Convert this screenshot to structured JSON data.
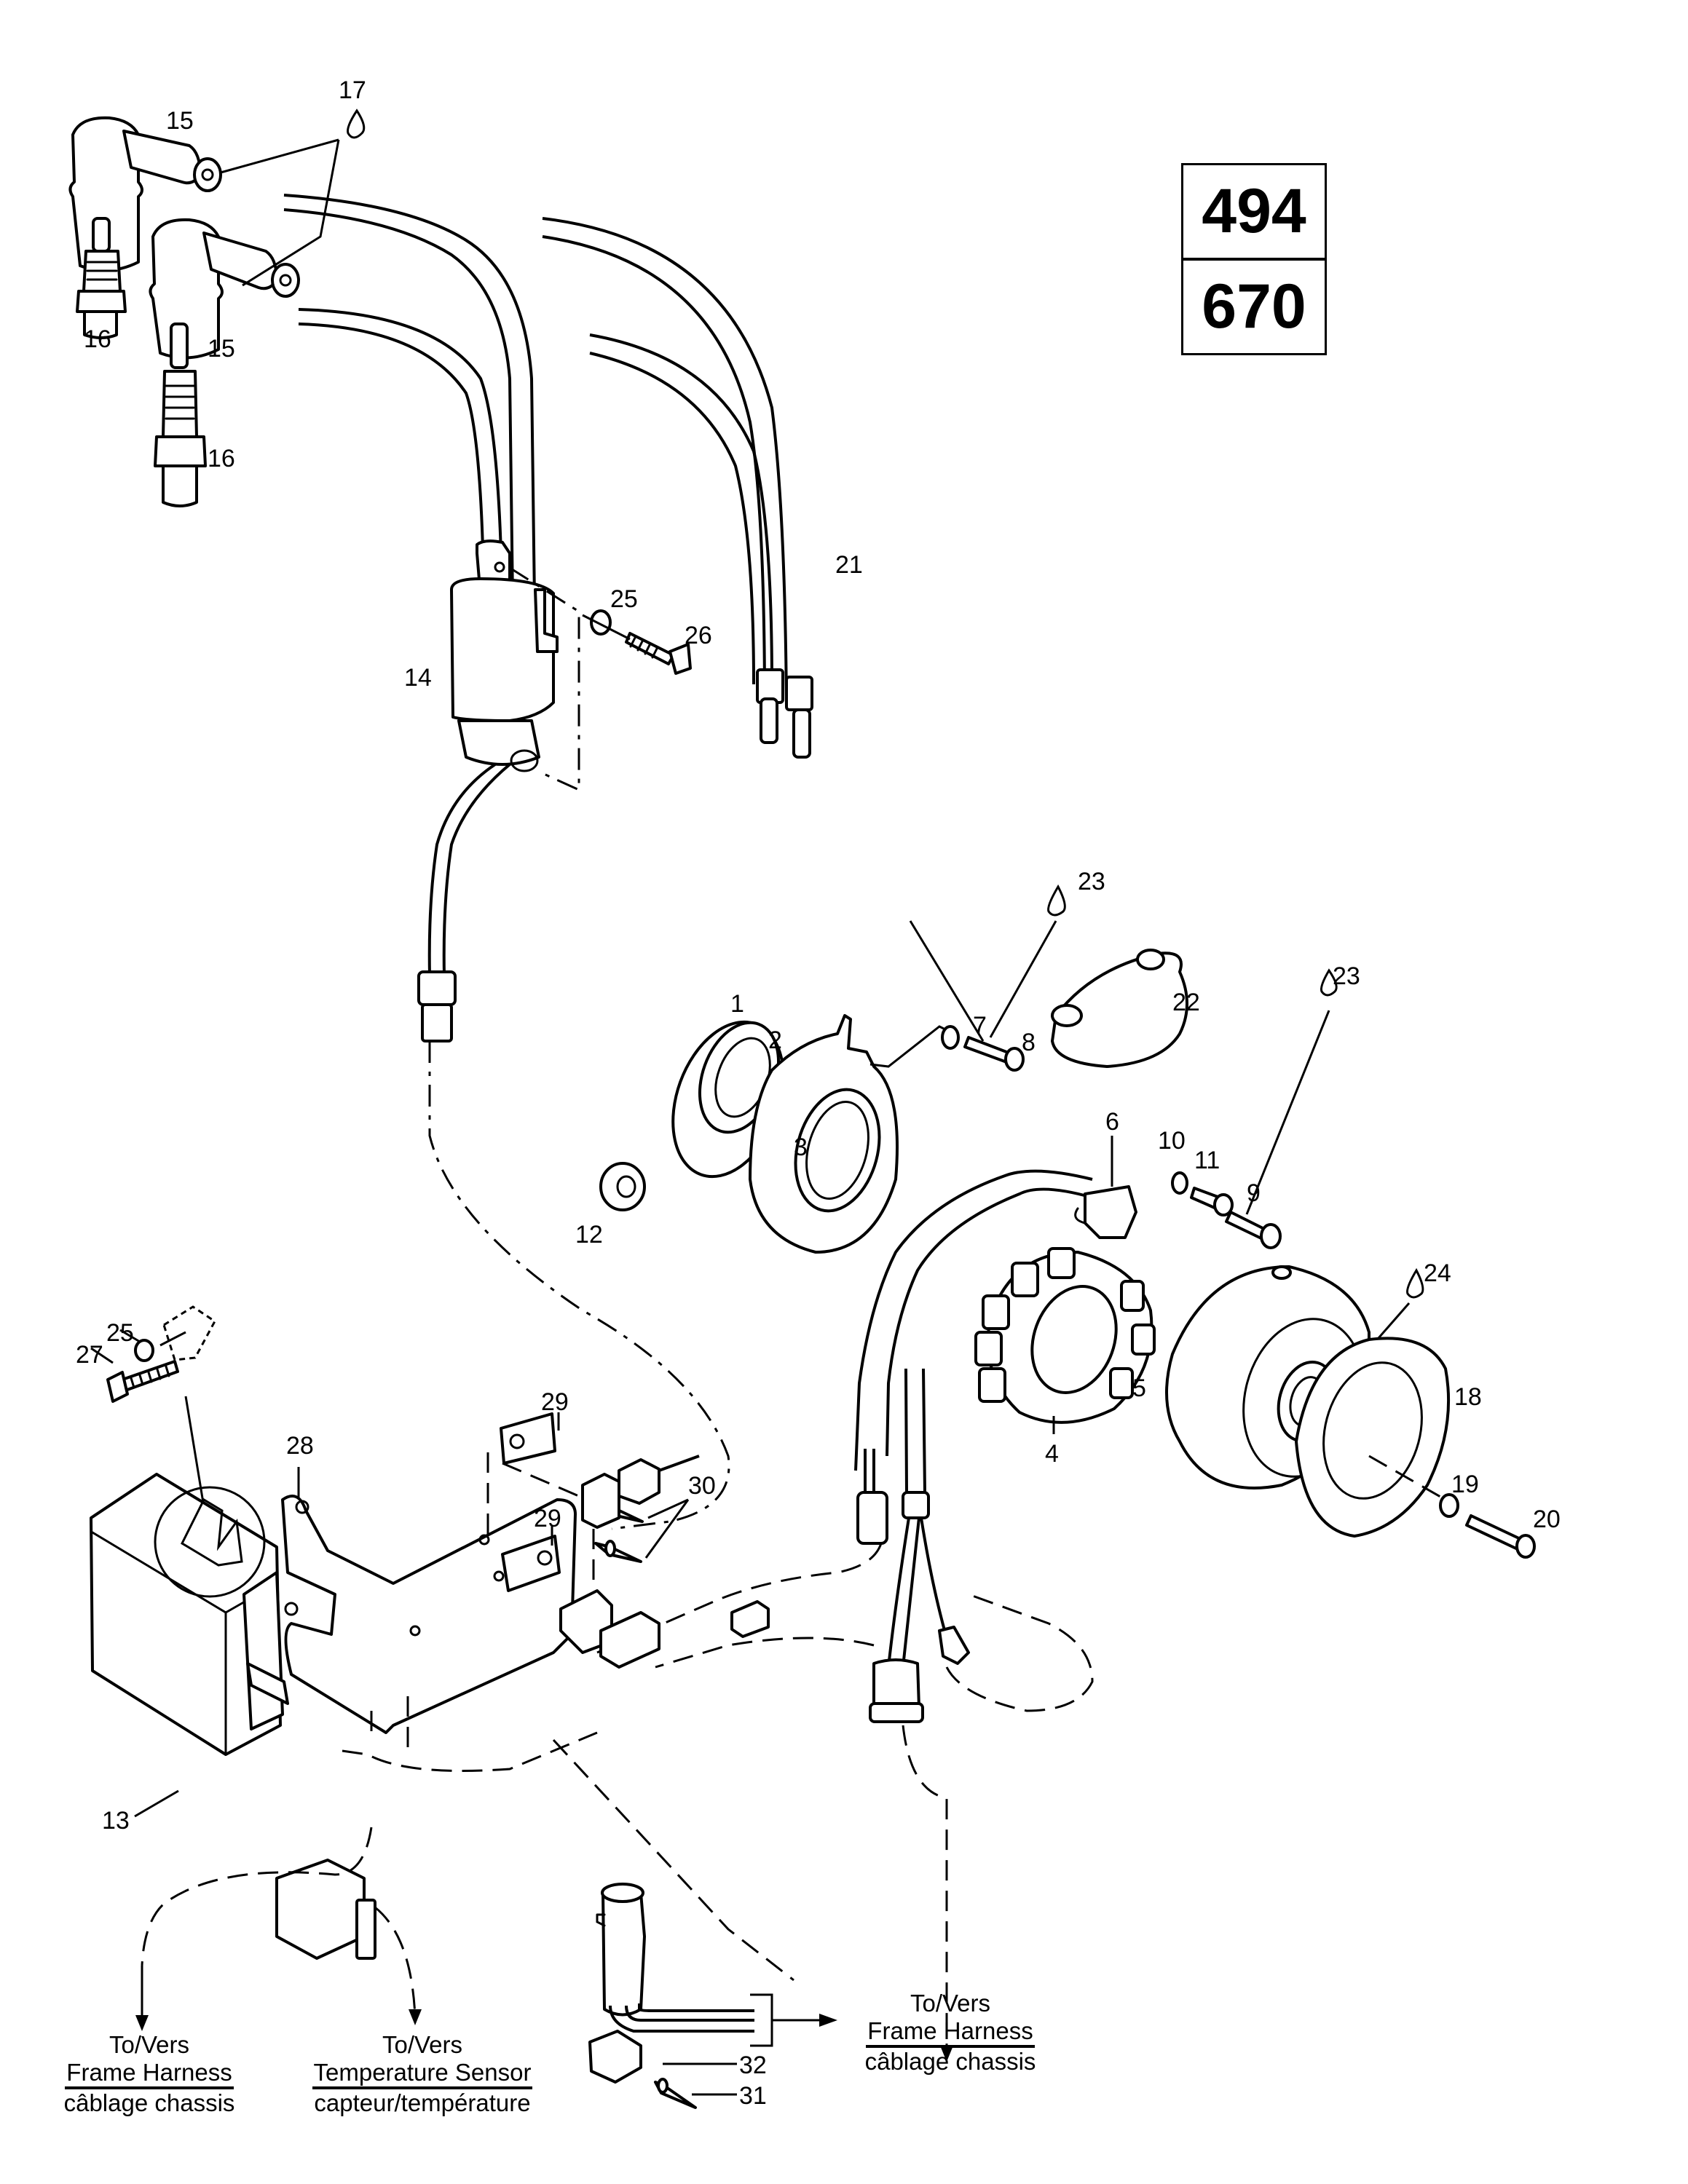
{
  "models": [
    "494",
    "670"
  ],
  "callouts": [
    {
      "id": "1",
      "part": "o-ring"
    },
    {
      "id": "2",
      "part": "oil-seal"
    },
    {
      "id": "3",
      "part": "stator-housing"
    },
    {
      "id": "4",
      "part": "stator"
    },
    {
      "id": "5",
      "part": "flywheel-magneto"
    },
    {
      "id": "6",
      "part": "trigger-coil"
    },
    {
      "id": "7",
      "part": "washer"
    },
    {
      "id": "8",
      "part": "screw"
    },
    {
      "id": "9",
      "part": "screw"
    },
    {
      "id": "10",
      "part": "washer"
    },
    {
      "id": "11",
      "part": "screw"
    },
    {
      "id": "12",
      "part": "grommet"
    },
    {
      "id": "13",
      "part": "cdi-module"
    },
    {
      "id": "14",
      "part": "ignition-coil"
    },
    {
      "id": "15",
      "part": "spark-plug-cap"
    },
    {
      "id": "16",
      "part": "spark-plug"
    },
    {
      "id": "17",
      "part": "lubricant-drop"
    },
    {
      "id": "18",
      "part": "starter-ring"
    },
    {
      "id": "19",
      "part": "washer"
    },
    {
      "id": "20",
      "part": "screw"
    },
    {
      "id": "21",
      "part": "high-tension-wires"
    },
    {
      "id": "22",
      "part": "cover"
    },
    {
      "id": "23",
      "part": "threadlocker-drop"
    },
    {
      "id": "24",
      "part": "lubricant-drop"
    },
    {
      "id": "25",
      "part": "washer"
    },
    {
      "id": "26",
      "part": "bolt"
    },
    {
      "id": "27",
      "part": "bolt"
    },
    {
      "id": "28",
      "part": "support-bracket"
    },
    {
      "id": "29",
      "part": "speed-nut"
    },
    {
      "id": "30",
      "part": "rivet"
    },
    {
      "id": "31",
      "part": "rivet"
    },
    {
      "id": "32",
      "part": "clamp"
    }
  ],
  "destinations": [
    {
      "to": "To/Vers",
      "name": "Frame Harness",
      "translation": "câblage chassis"
    },
    {
      "to": "To/Vers",
      "name": "Temperature Sensor",
      "translation": "capteur/température"
    },
    {
      "to": "To/Vers",
      "name": "Frame Harness",
      "translation": "câblage chassis"
    }
  ]
}
